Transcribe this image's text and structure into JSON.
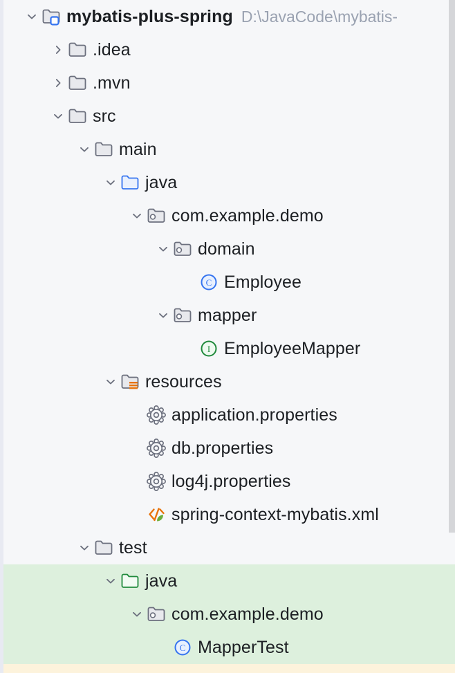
{
  "panel": {
    "name": "project-tool-window",
    "background": "#f6f7f9",
    "gutter_color": "#e8eaf2",
    "scrollbar_color": "#d5d6d9",
    "selection_color": "#ddf0dd",
    "warning_strip_color": "#fdf3dc"
  },
  "root": {
    "label": "mybatis-plus-spring",
    "path": "D:\\JavaCode\\mybatis-",
    "icon": "module-folder-icon",
    "state": "expanded"
  },
  "nodes": [
    {
      "label": "mybatis-plus-spring",
      "path": "D:\\JavaCode\\mybatis-",
      "depth": 0,
      "icon": "module-folder-icon",
      "state": "expanded",
      "bold": true,
      "highlight": "none"
    },
    {
      "label": ".idea",
      "depth": 1,
      "icon": "folder-icon",
      "state": "collapsed",
      "bold": false,
      "highlight": "none"
    },
    {
      "label": ".mvn",
      "depth": 1,
      "icon": "folder-icon",
      "state": "collapsed",
      "bold": false,
      "highlight": "none"
    },
    {
      "label": "src",
      "depth": 1,
      "icon": "folder-icon",
      "state": "expanded",
      "bold": false,
      "highlight": "none"
    },
    {
      "label": "main",
      "depth": 2,
      "icon": "folder-icon",
      "state": "expanded",
      "bold": false,
      "highlight": "none"
    },
    {
      "label": "java",
      "depth": 3,
      "icon": "source-root-folder-icon",
      "state": "expanded",
      "bold": false,
      "highlight": "none"
    },
    {
      "label": "com.example.demo",
      "depth": 4,
      "icon": "package-icon",
      "state": "expanded",
      "bold": false,
      "highlight": "none"
    },
    {
      "label": "domain",
      "depth": 5,
      "icon": "package-icon",
      "state": "expanded",
      "bold": false,
      "highlight": "none"
    },
    {
      "label": "Employee",
      "depth": 6,
      "icon": "java-class-icon",
      "state": "leaf",
      "bold": false,
      "highlight": "none"
    },
    {
      "label": "mapper",
      "depth": 5,
      "icon": "package-icon",
      "state": "expanded",
      "bold": false,
      "highlight": "none"
    },
    {
      "label": "EmployeeMapper",
      "depth": 6,
      "icon": "java-interface-icon",
      "state": "leaf",
      "bold": false,
      "highlight": "none"
    },
    {
      "label": "resources",
      "depth": 3,
      "icon": "resource-root-folder-icon",
      "state": "expanded",
      "bold": false,
      "highlight": "none"
    },
    {
      "label": "application.properties",
      "depth": 4,
      "icon": "properties-file-icon",
      "state": "leaf",
      "bold": false,
      "highlight": "none"
    },
    {
      "label": "db.properties",
      "depth": 4,
      "icon": "properties-file-icon",
      "state": "leaf",
      "bold": false,
      "highlight": "none"
    },
    {
      "label": "log4j.properties",
      "depth": 4,
      "icon": "properties-file-icon",
      "state": "leaf",
      "bold": false,
      "highlight": "none"
    },
    {
      "label": "spring-context-mybatis.xml",
      "depth": 4,
      "icon": "spring-xml-file-icon",
      "state": "leaf",
      "bold": false,
      "highlight": "none"
    },
    {
      "label": "test",
      "depth": 2,
      "icon": "folder-icon",
      "state": "expanded",
      "bold": false,
      "highlight": "none"
    },
    {
      "label": "java",
      "depth": 3,
      "icon": "test-source-root-folder-icon",
      "state": "expanded",
      "bold": false,
      "highlight": "selected"
    },
    {
      "label": "com.example.demo",
      "depth": 4,
      "icon": "package-icon",
      "state": "expanded",
      "bold": false,
      "highlight": "selected"
    },
    {
      "label": "MapperTest",
      "depth": 5,
      "icon": "java-class-icon",
      "state": "leaf",
      "bold": false,
      "highlight": "selected"
    },
    {
      "label": "",
      "depth": 0,
      "icon": "none",
      "state": "leaf",
      "bold": false,
      "highlight": "warning"
    }
  ],
  "icon_colors": {
    "folder_stroke": "#6c707e",
    "folder_fill": "#e8e9ed",
    "source_root_stroke": "#3574f0",
    "source_root_fill": "#eaf1fd",
    "test_root_stroke": "#208a3c",
    "test_root_fill": "#f2fbf3",
    "resource_stripe": "#e8730a",
    "class_stroke": "#3574f0",
    "class_fill": "#e8f0fe",
    "interface_stroke": "#208a3c",
    "interface_fill": "#eefaf0",
    "gear_stroke": "#6c707e",
    "xml_bracket": "#e8730a",
    "spring_leaf": "#6cad3d",
    "module_badge": "#3574f0"
  }
}
